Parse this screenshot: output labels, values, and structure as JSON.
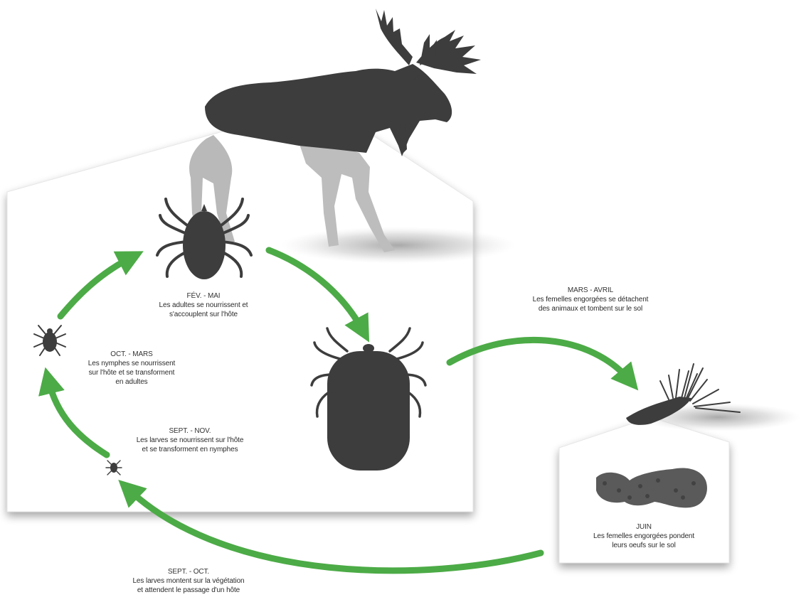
{
  "stages": {
    "feb_may": {
      "title": "FÉV. - MAI",
      "desc": "Les adultes se nourrissent et\ns'accouplent sur l'hôte"
    },
    "oct_mar": {
      "title": "OCT. - MARS",
      "desc": "Les nymphes se nourrissent\nsur l'hôte et se transforment\nen adultes"
    },
    "sept_nov": {
      "title": "SEPT. - NOV.",
      "desc": "Les larves se nourrissent sur l'hôte\net se transforment en nymphes"
    },
    "mar_apr": {
      "title": "MARS - AVRIL",
      "desc": "Les femelles engorgées se détachent\ndes animaux et tombent sur le sol"
    },
    "june": {
      "title": "JUIN",
      "desc": "Les femelles engorgées pondent\nleurs oeufs sur le sol"
    },
    "sept_oct": {
      "title": "SEPT. - OCT.",
      "desc": "Les larves montent sur la végétation\net attendent le passage d'un hôte"
    }
  },
  "colors": {
    "arrow": "#4cab46",
    "silhouette": "#3d3d3d",
    "panel": "#ffffff",
    "shadow": "#c8c8c8",
    "moose_legs_ghost": "#bdbdbd"
  },
  "icons": [
    "moose-icon",
    "adult-tick-icon",
    "engorged-tick-icon",
    "nymph-tick-icon",
    "larva-tick-icon",
    "fallen-female-tick-icon",
    "egg-mass-icon"
  ]
}
